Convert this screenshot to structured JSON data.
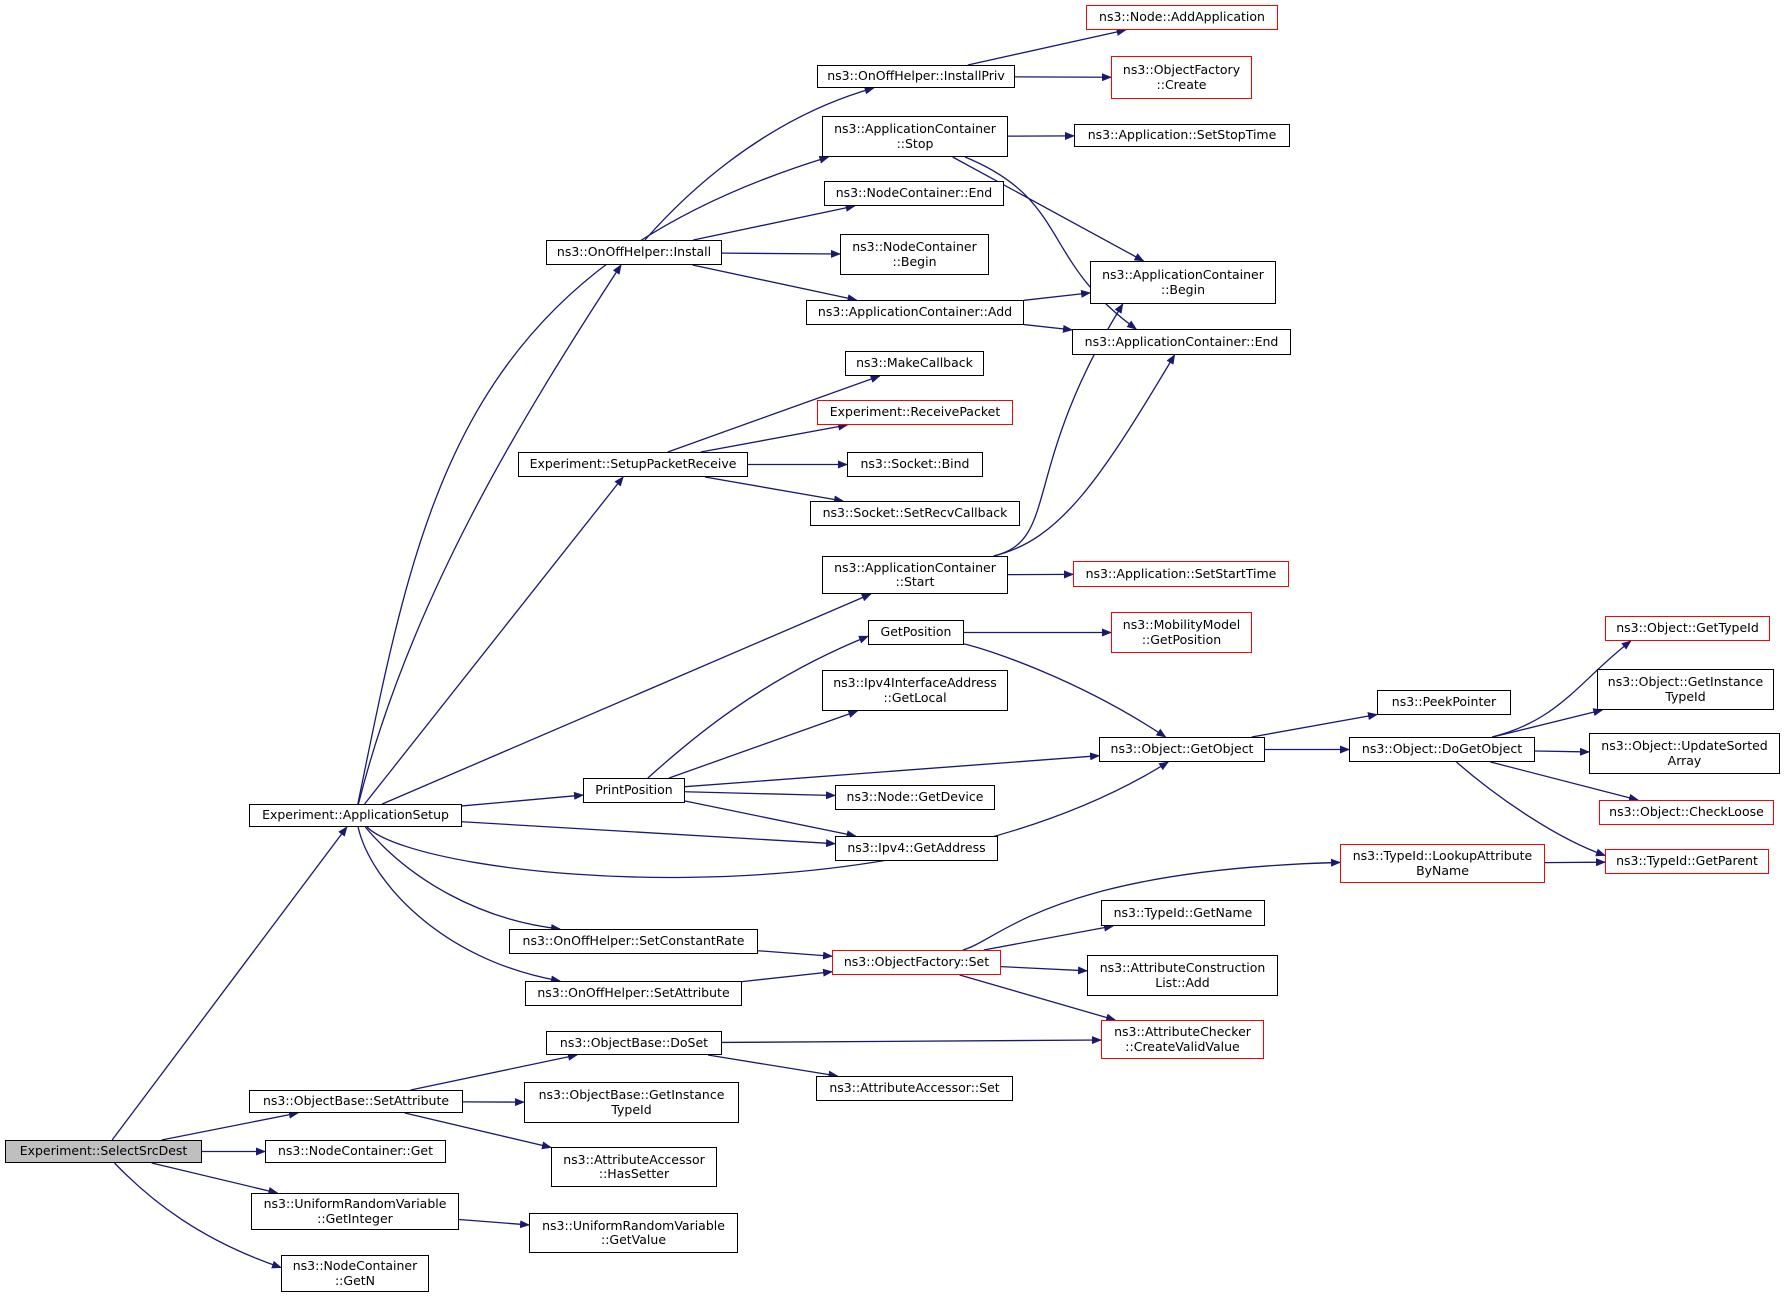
{
  "colors": {
    "edge": "#191970",
    "border": "#000000",
    "missing_border": "#ff0000",
    "root_fill": "#bfbfbf"
  },
  "nodes": [
    {
      "id": "select_src_dest",
      "label": "Experiment::SelectSrcDest",
      "style": "root"
    },
    {
      "id": "app_setup",
      "label": "Experiment::ApplicationSetup",
      "style": "normal"
    },
    {
      "id": "objbase_setattr",
      "label": "ns3::ObjectBase::SetAttribute",
      "style": "normal"
    },
    {
      "id": "nodecont_get",
      "label": "ns3::NodeContainer::Get",
      "style": "normal"
    },
    {
      "id": "urv_getinteger",
      "label": "ns3::UniformRandomVariable\n::GetInteger",
      "style": "normal"
    },
    {
      "id": "nodecont_getn",
      "label": "ns3::NodeContainer\n::GetN",
      "style": "normal"
    },
    {
      "id": "onoff_install",
      "label": "ns3::OnOffHelper::Install",
      "style": "normal"
    },
    {
      "id": "onoff_installpriv",
      "label": "ns3::OnOffHelper::InstallPriv",
      "style": "normal"
    },
    {
      "id": "node_addapp",
      "label": "ns3::Node::AddApplication",
      "style": "missing"
    },
    {
      "id": "objfactory_create",
      "label": "ns3::ObjectFactory\n::Create",
      "style": "missing"
    },
    {
      "id": "appcont_stop",
      "label": "ns3::ApplicationContainer\n::Stop",
      "style": "normal"
    },
    {
      "id": "app_setstoptime",
      "label": "ns3::Application::SetStopTime",
      "style": "normal"
    },
    {
      "id": "nodecont_end",
      "label": "ns3::NodeContainer::End",
      "style": "normal"
    },
    {
      "id": "nodecont_begin",
      "label": "ns3::NodeContainer\n::Begin",
      "style": "normal"
    },
    {
      "id": "appcont_begin",
      "label": "ns3::ApplicationContainer\n::Begin",
      "style": "normal"
    },
    {
      "id": "appcont_add",
      "label": "ns3::ApplicationContainer::Add",
      "style": "normal"
    },
    {
      "id": "appcont_end",
      "label": "ns3::ApplicationContainer::End",
      "style": "normal"
    },
    {
      "id": "makecallback",
      "label": "ns3::MakeCallback",
      "style": "normal"
    },
    {
      "id": "exp_receivepacket",
      "label": "Experiment::ReceivePacket",
      "style": "missing"
    },
    {
      "id": "exp_setuppacketreceive",
      "label": "Experiment::SetupPacketReceive",
      "style": "normal"
    },
    {
      "id": "socket_bind",
      "label": "ns3::Socket::Bind",
      "style": "normal"
    },
    {
      "id": "socket_setrecvcallback",
      "label": "ns3::Socket::SetRecvCallback",
      "style": "normal"
    },
    {
      "id": "appcont_start",
      "label": "ns3::ApplicationContainer\n::Start",
      "style": "normal"
    },
    {
      "id": "app_setstarttime",
      "label": "ns3::Application::SetStartTime",
      "style": "missing"
    },
    {
      "id": "getposition",
      "label": "GetPosition",
      "style": "normal"
    },
    {
      "id": "mobility_getposition",
      "label": "ns3::MobilityModel\n::GetPosition",
      "style": "missing"
    },
    {
      "id": "ipv4ifaddr_getlocal",
      "label": "ns3::Ipv4InterfaceAddress\n::GetLocal",
      "style": "normal"
    },
    {
      "id": "printposition",
      "label": "PrintPosition",
      "style": "normal"
    },
    {
      "id": "object_getobject",
      "label": "ns3::Object::GetObject",
      "style": "normal"
    },
    {
      "id": "peekpointer",
      "label": "ns3::PeekPointer",
      "style": "normal"
    },
    {
      "id": "object_dogetobject",
      "label": "ns3::Object::DoGetObject",
      "style": "normal"
    },
    {
      "id": "object_gettypeid",
      "label": "ns3::Object::GetTypeId",
      "style": "missing"
    },
    {
      "id": "object_getinstancetypeid",
      "label": "ns3::Object::GetInstance\nTypeId",
      "style": "normal"
    },
    {
      "id": "object_updatesortedarray",
      "label": "ns3::Object::UpdateSorted\nArray",
      "style": "normal"
    },
    {
      "id": "object_checkloose",
      "label": "ns3::Object::CheckLoose",
      "style": "missing"
    },
    {
      "id": "typeid_getparent",
      "label": "ns3::TypeId::GetParent",
      "style": "missing"
    },
    {
      "id": "node_getdevice",
      "label": "ns3::Node::GetDevice",
      "style": "normal"
    },
    {
      "id": "ipv4_getaddress",
      "label": "ns3::Ipv4::GetAddress",
      "style": "normal"
    },
    {
      "id": "typeid_lookupattr",
      "label": "ns3::TypeId::LookupAttribute\nByName",
      "style": "missing"
    },
    {
      "id": "typeid_getname",
      "label": "ns3::TypeId::GetName",
      "style": "normal"
    },
    {
      "id": "onoff_setconstantrate",
      "label": "ns3::OnOffHelper::SetConstantRate",
      "style": "normal"
    },
    {
      "id": "objfactory_set",
      "label": "ns3::ObjectFactory::Set",
      "style": "missing"
    },
    {
      "id": "attrconstr_add",
      "label": "ns3::AttributeConstruction\nList::Add",
      "style": "normal"
    },
    {
      "id": "onoff_setattribute",
      "label": "ns3::OnOffHelper::SetAttribute",
      "style": "normal"
    },
    {
      "id": "attrchecker_createvalid",
      "label": "ns3::AttributeChecker\n::CreateValidValue",
      "style": "missing"
    },
    {
      "id": "objbase_doset",
      "label": "ns3::ObjectBase::DoSet",
      "style": "normal"
    },
    {
      "id": "attraccessor_set",
      "label": "ns3::AttributeAccessor::Set",
      "style": "normal"
    },
    {
      "id": "objbase_getinstancetypeid",
      "label": "ns3::ObjectBase::GetInstance\nTypeId",
      "style": "normal"
    },
    {
      "id": "attraccessor_hassetter",
      "label": "ns3::AttributeAccessor\n::HasSetter",
      "style": "normal"
    },
    {
      "id": "urv_getvalue",
      "label": "ns3::UniformRandomVariable\n::GetValue",
      "style": "normal"
    }
  ],
  "edges": [
    {
      "from": "select_src_dest",
      "to": "app_setup"
    },
    {
      "from": "select_src_dest",
      "to": "objbase_setattr"
    },
    {
      "from": "select_src_dest",
      "to": "nodecont_get"
    },
    {
      "from": "select_src_dest",
      "to": "urv_getinteger"
    },
    {
      "from": "select_src_dest",
      "to": "nodecont_getn"
    },
    {
      "from": "app_setup",
      "to": "onoff_install"
    },
    {
      "from": "app_setup",
      "to": "appcont_stop"
    },
    {
      "from": "app_setup",
      "to": "exp_setuppacketreceive"
    },
    {
      "from": "app_setup",
      "to": "appcont_start"
    },
    {
      "from": "app_setup",
      "to": "printposition"
    },
    {
      "from": "app_setup",
      "to": "ipv4_getaddress"
    },
    {
      "from": "app_setup",
      "to": "object_getobject"
    },
    {
      "from": "app_setup",
      "to": "onoff_setconstantrate"
    },
    {
      "from": "app_setup",
      "to": "onoff_setattribute"
    },
    {
      "from": "onoff_install",
      "to": "onoff_installpriv"
    },
    {
      "from": "onoff_install",
      "to": "nodecont_end"
    },
    {
      "from": "onoff_install",
      "to": "nodecont_begin"
    },
    {
      "from": "onoff_install",
      "to": "appcont_add"
    },
    {
      "from": "onoff_installpriv",
      "to": "node_addapp"
    },
    {
      "from": "onoff_installpriv",
      "to": "objfactory_create"
    },
    {
      "from": "appcont_stop",
      "to": "app_setstoptime"
    },
    {
      "from": "appcont_stop",
      "to": "appcont_begin"
    },
    {
      "from": "appcont_stop",
      "to": "appcont_end"
    },
    {
      "from": "appcont_add",
      "to": "appcont_begin"
    },
    {
      "from": "appcont_add",
      "to": "appcont_end"
    },
    {
      "from": "exp_setuppacketreceive",
      "to": "makecallback"
    },
    {
      "from": "exp_setuppacketreceive",
      "to": "exp_receivepacket"
    },
    {
      "from": "exp_setuppacketreceive",
      "to": "socket_bind"
    },
    {
      "from": "exp_setuppacketreceive",
      "to": "socket_setrecvcallback"
    },
    {
      "from": "appcont_start",
      "to": "app_setstarttime"
    },
    {
      "from": "appcont_start",
      "to": "appcont_begin"
    },
    {
      "from": "appcont_start",
      "to": "appcont_end"
    },
    {
      "from": "printposition",
      "to": "getposition"
    },
    {
      "from": "printposition",
      "to": "ipv4ifaddr_getlocal"
    },
    {
      "from": "printposition",
      "to": "object_getobject"
    },
    {
      "from": "printposition",
      "to": "node_getdevice"
    },
    {
      "from": "printposition",
      "to": "ipv4_getaddress"
    },
    {
      "from": "getposition",
      "to": "mobility_getposition"
    },
    {
      "from": "getposition",
      "to": "object_getobject"
    },
    {
      "from": "object_getobject",
      "to": "peekpointer"
    },
    {
      "from": "object_getobject",
      "to": "object_dogetobject"
    },
    {
      "from": "object_dogetobject",
      "to": "object_gettypeid"
    },
    {
      "from": "object_dogetobject",
      "to": "object_getinstancetypeid"
    },
    {
      "from": "object_dogetobject",
      "to": "object_updatesortedarray"
    },
    {
      "from": "object_dogetobject",
      "to": "object_checkloose"
    },
    {
      "from": "object_dogetobject",
      "to": "typeid_getparent"
    },
    {
      "from": "typeid_lookupattr",
      "to": "typeid_getparent"
    },
    {
      "from": "onoff_setconstantrate",
      "to": "objfactory_set"
    },
    {
      "from": "onoff_setattribute",
      "to": "objfactory_set"
    },
    {
      "from": "objfactory_set",
      "to": "typeid_lookupattr"
    },
    {
      "from": "objfactory_set",
      "to": "typeid_getname"
    },
    {
      "from": "objfactory_set",
      "to": "attrconstr_add"
    },
    {
      "from": "objfactory_set",
      "to": "attrchecker_createvalid"
    },
    {
      "from": "objbase_setattr",
      "to": "objbase_doset"
    },
    {
      "from": "objbase_setattr",
      "to": "objbase_getinstancetypeid"
    },
    {
      "from": "objbase_setattr",
      "to": "attraccessor_hassetter"
    },
    {
      "from": "objbase_doset",
      "to": "attrchecker_createvalid"
    },
    {
      "from": "objbase_doset",
      "to": "attraccessor_set"
    },
    {
      "from": "urv_getinteger",
      "to": "urv_getvalue"
    }
  ]
}
